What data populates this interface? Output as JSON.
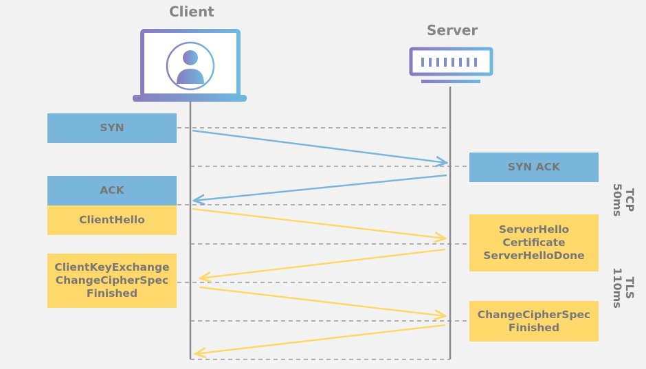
{
  "participants": {
    "client": {
      "label": "Client"
    },
    "server": {
      "label": "Server"
    }
  },
  "colors": {
    "background": "#f2f2f2",
    "tcp_blue": "#7ab6db",
    "tls_yellow": "#ffd86b",
    "lifeline": "#8a8a8a",
    "text": "#777777",
    "laptop_gradient_start": "#8a7bbd",
    "laptop_gradient_end": "#6fb9e0"
  },
  "icons": {
    "client": "laptop-user-icon",
    "server": "server-rack-icon"
  },
  "messages": {
    "syn": {
      "label": "SYN",
      "from": "client",
      "to": "server",
      "phase": "tcp"
    },
    "syn_ack": {
      "label": "SYN ACK",
      "from": "server",
      "to": "client",
      "phase": "tcp"
    },
    "ack": {
      "label": "ACK",
      "from": "client",
      "phase": "tcp"
    },
    "client_hello": {
      "label": "ClientHello",
      "from": "client",
      "to": "server",
      "phase": "tls"
    },
    "server_hello": {
      "lines": [
        "ServerHello",
        "Certificate",
        "ServerHelloDone"
      ],
      "from": "server",
      "to": "client",
      "phase": "tls"
    },
    "client_key_exchange": {
      "lines": [
        "ClientKeyExchange",
        "ChangeCipherSpec",
        "Finished"
      ],
      "from": "client",
      "to": "server",
      "phase": "tls"
    },
    "server_finished": {
      "lines": [
        "ChangeCipherSpec",
        "Finished"
      ],
      "from": "server",
      "to": "client",
      "phase": "tls"
    }
  },
  "phases": {
    "tcp": {
      "name": "TCP",
      "duration": "50ms"
    },
    "tls": {
      "name": "TLS",
      "duration": "110ms"
    }
  }
}
